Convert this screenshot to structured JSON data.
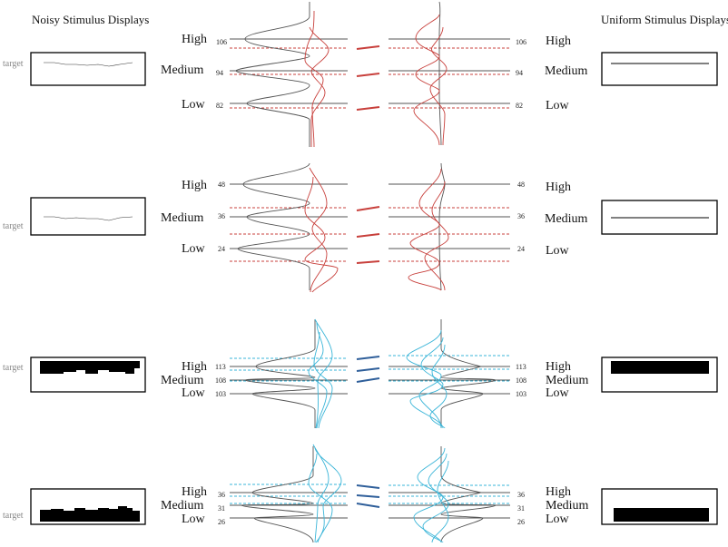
{
  "titles": {
    "left": "Noisy Stimulus Displays",
    "right": "Uniform Stimulus Displays"
  },
  "level_labels": [
    "High",
    "Medium",
    "Low"
  ],
  "target_label": "target",
  "colors": {
    "gray": "#555555",
    "red": "#c8403c",
    "blue": "#2f5f9a",
    "cyan": "#3ab5d8"
  },
  "panels": [
    {
      "ticks": [
        "106",
        "94",
        "82"
      ]
    },
    {
      "ticks": [
        "48",
        "36",
        "24"
      ]
    },
    {
      "ticks": [
        "113",
        "108",
        "103"
      ]
    },
    {
      "ticks": [
        "36",
        "31",
        "26"
      ]
    }
  ]
}
